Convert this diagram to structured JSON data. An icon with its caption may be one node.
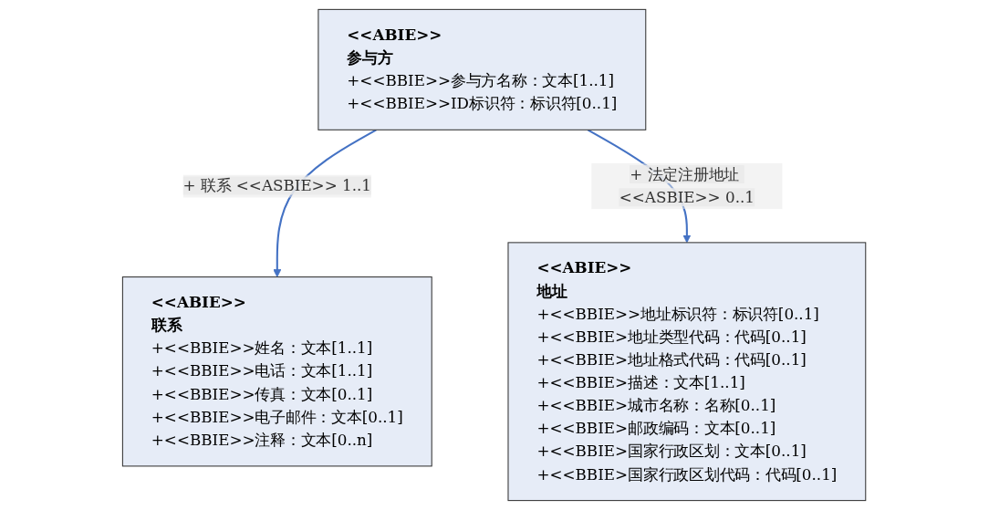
{
  "diagram": {
    "nodes": [
      {
        "text": [
          "<<ABIE>>",
          "参与方",
          "+<<BBIE>>参与方名称：文本[1..1]",
          "+<<BBIE>>ID标识符：标识符[0..1]"
        ]
      },
      {
        "text": [
          "<<ABIE>>",
          "联系",
          "+<<BBIE>>姓名：文本[1..1]",
          "+<<BBIE>>电话：文本[1..1]",
          "+<<BBIE>>传真：文本[0..1]",
          "+<<BBIE>>电子邮件：文本[0..1]",
          "+<<BBIE>>注释：文本[0..n]"
        ]
      },
      {
        "text": [
          "<<ABIE>>",
          "地址",
          "+<<BBIE>>地址标识符：标识符[0..1]",
          "+<<BBIE>地址类型代码：代码[0..1]",
          "+<<BBIE>地址格式代码：代码[0..1]",
          "+<<BBIE>描述：文本[1..1]",
          "+<<BBIE>城市名称：名称[0..1]",
          "+<<BBIE>邮政编码：文本[0..1]",
          "+<<BBIE>国家行政区划：文本[0..1]",
          "+<<BBIE>国家行政区划代码：代码[0..1]"
        ]
      }
    ],
    "edges": [
      {
        "from": 0,
        "to": 1,
        "arrow": "to",
        "label": "+ 联系 <<ASBIE>> 1..1"
      },
      {
        "from": 0,
        "to": 2,
        "arrow": "to",
        "label": "+ 法定注册地址 <<ASBIE>> 0..1"
      }
    ]
  }
}
